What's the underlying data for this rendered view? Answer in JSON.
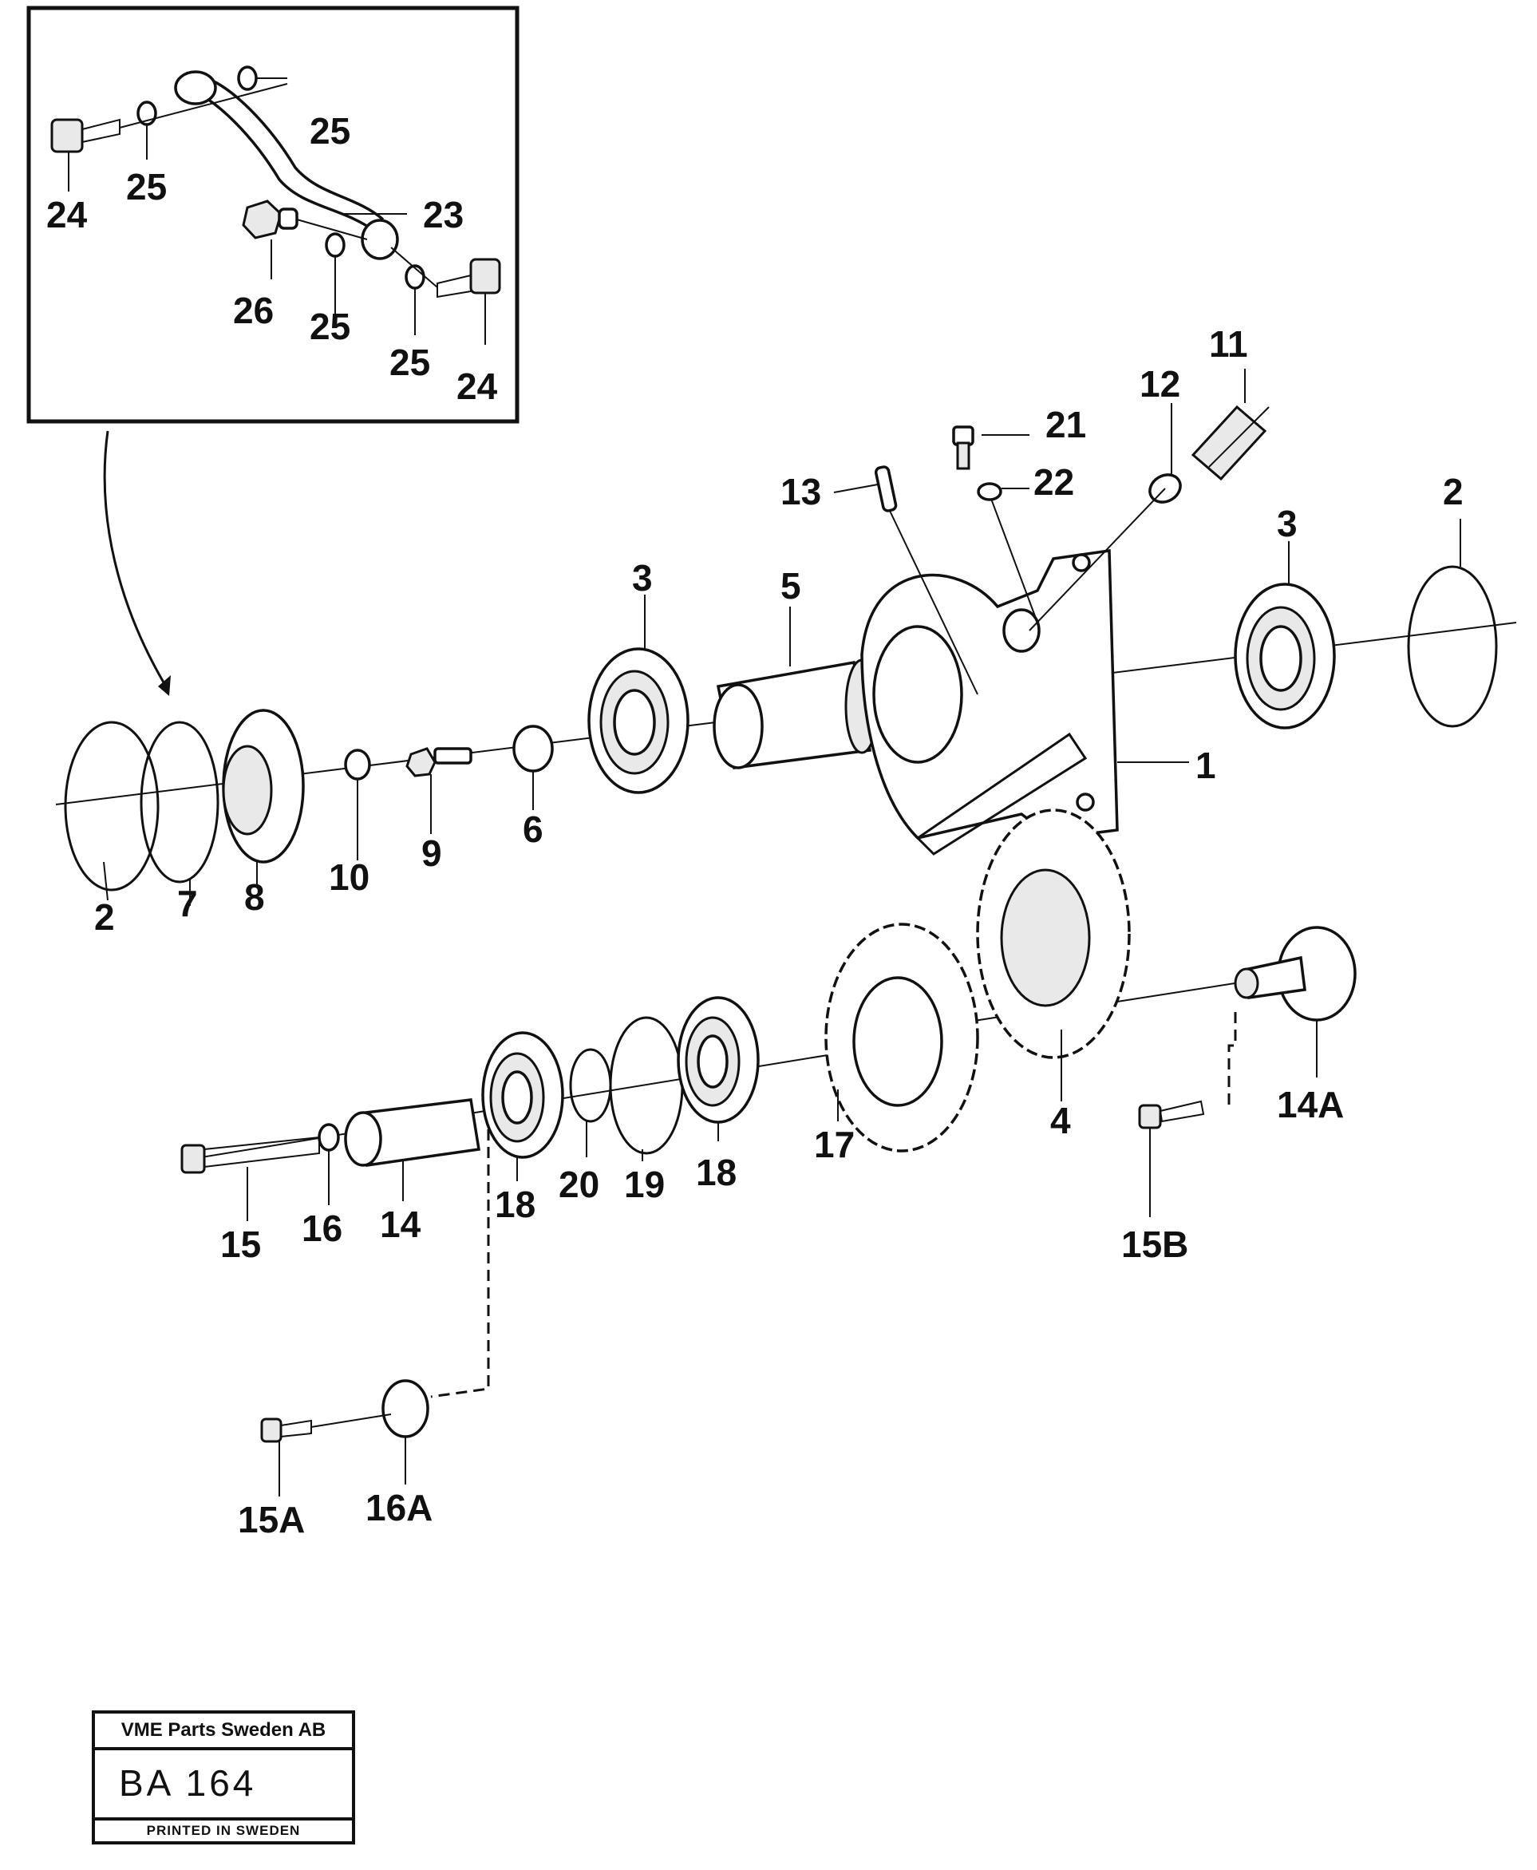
{
  "labels": {
    "l1": "1",
    "l2a": "2",
    "l2b": "2",
    "l3a": "3",
    "l3b": "3",
    "l4": "4",
    "l5": "5",
    "l6": "6",
    "l7": "7",
    "l8": "8",
    "l9": "9",
    "l10": "10",
    "l11": "11",
    "l12": "12",
    "l13": "13",
    "l14": "14",
    "l14A": "14A",
    "l15": "15",
    "l15A": "15A",
    "l15B": "15B",
    "l16": "16",
    "l16A": "16A",
    "l17": "17",
    "l18a": "18",
    "l18b": "18",
    "l19": "19",
    "l20": "20",
    "l21": "21",
    "l22": "22",
    "l23": "23",
    "l24a": "24",
    "l24b": "24",
    "l25a": "25",
    "l25b": "25",
    "l25c": "25",
    "l25d": "25",
    "l26": "26"
  },
  "footer": {
    "company": "VME Parts Sweden AB",
    "code": "BA 164",
    "printed": "PRINTED IN SWEDEN"
  }
}
